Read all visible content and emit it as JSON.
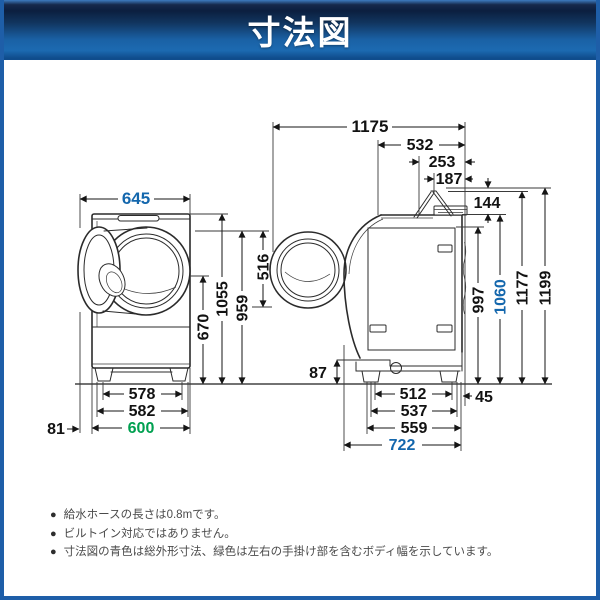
{
  "header": {
    "title": "寸法図"
  },
  "colors": {
    "accent_blue": "#1467ad",
    "accent_green": "#00a050",
    "frame_border": "#1e5ea8",
    "header_dark": "#0b1f3f",
    "header_light": "#1c6ab1"
  },
  "front_view": {
    "width_total_door": "645",
    "height_body": "1055",
    "height_opening_top": "959",
    "height_opening_center": "670",
    "width_feet": "578",
    "width_base": "582",
    "width_body": "600",
    "door_protrusion": "81"
  },
  "side_view": {
    "depth_total": "1175",
    "depth_top": "532",
    "rear_253": "253",
    "rear_187": "187",
    "lid_144": "144",
    "opening_516": "516",
    "height_997": "997",
    "height_total_1060": "1060",
    "height_1177": "1177",
    "height_1199": "1199",
    "clearance_87": "87",
    "depth_512": "512",
    "depth_537": "537",
    "depth_559": "559",
    "depth_722": "722",
    "rear_gap_45": "45"
  },
  "notes": {
    "bullet": "●",
    "items": [
      "給水ホースの長さは0.8mです。",
      "ビルトイン対応ではありません。",
      "寸法図の青色は総外形寸法、緑色は左右の手掛け部を含むボディ幅を示しています。"
    ]
  }
}
